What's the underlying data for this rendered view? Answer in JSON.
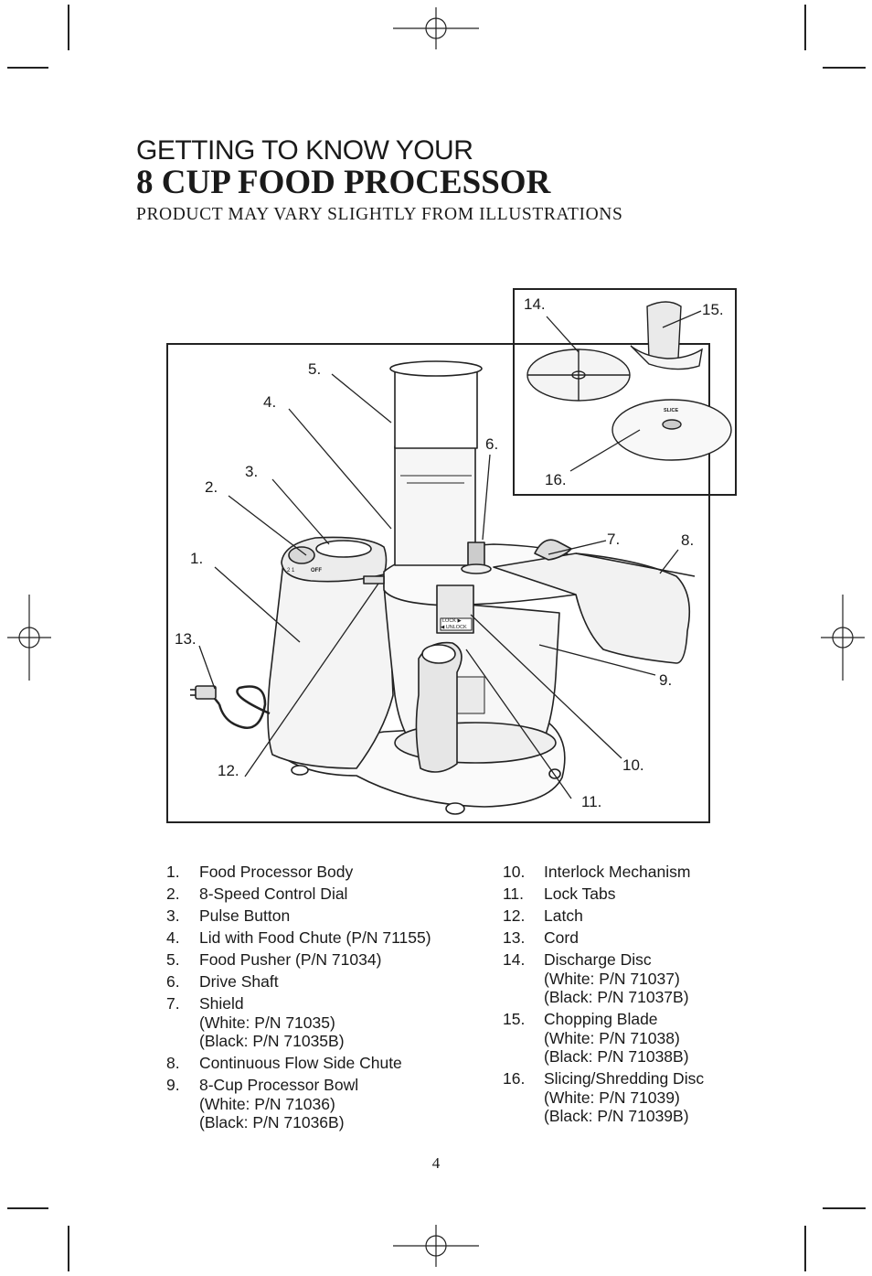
{
  "header": {
    "line1": "GETTING TO KNOW YOUR",
    "line2": "8 CUP FOOD PROCESSOR",
    "subtitle": "PRODUCT MAY VARY SLIGHTLY FROM ILLUSTRATIONS"
  },
  "callouts": {
    "c1": "1.",
    "c2": "2.",
    "c3": "3.",
    "c4": "4.",
    "c5": "5.",
    "c6": "6.",
    "c7": "7.",
    "c8": "8.",
    "c9": "9.",
    "c10": "10.",
    "c11": "11.",
    "c12": "12.",
    "c13": "13.",
    "c14": "14.",
    "c15": "15.",
    "c16": "16."
  },
  "diagram_text": {
    "dial_off": "OFF",
    "dial_nums": "2   1",
    "lock_label": "LOCK ▶",
    "unlock_label": "◀ UNLOCK",
    "slice_label": "SLICE"
  },
  "parts_left": [
    {
      "num": "1.",
      "lines": [
        "Food Processor Body"
      ]
    },
    {
      "num": "2.",
      "lines": [
        "8-Speed Control Dial"
      ]
    },
    {
      "num": "3.",
      "lines": [
        "Pulse Button"
      ]
    },
    {
      "num": "4.",
      "lines": [
        "Lid with Food Chute (P/N 71155)"
      ]
    },
    {
      "num": "5.",
      "lines": [
        "Food Pusher (P/N 71034)"
      ]
    },
    {
      "num": "6.",
      "lines": [
        "Drive Shaft"
      ]
    },
    {
      "num": "7.",
      "lines": [
        "Shield",
        "(White: P/N 71035)",
        "(Black: P/N 71035B)"
      ]
    },
    {
      "num": "8.",
      "lines": [
        "Continuous Flow Side Chute"
      ]
    },
    {
      "num": "9.",
      "lines": [
        "8-Cup Processor Bowl",
        "(White: P/N 71036)",
        "(Black: P/N 71036B)"
      ]
    }
  ],
  "parts_right": [
    {
      "num": "10.",
      "lines": [
        "Interlock Mechanism"
      ]
    },
    {
      "num": "11.",
      "lines": [
        "Lock Tabs"
      ]
    },
    {
      "num": "12.",
      "lines": [
        "Latch"
      ]
    },
    {
      "num": "13.",
      "lines": [
        "Cord"
      ]
    },
    {
      "num": "14.",
      "lines": [
        "Discharge Disc",
        "(White: P/N 71037)",
        "(Black: P/N 71037B)"
      ]
    },
    {
      "num": "15.",
      "lines": [
        "Chopping Blade",
        "(White: P/N 71038)",
        "(Black: P/N 71038B)"
      ]
    },
    {
      "num": "16.",
      "lines": [
        "Slicing/Shredding Disc",
        "(White: P/N 71039)",
        "(Black: P/N 71039B)"
      ]
    }
  ],
  "page_number": "4"
}
